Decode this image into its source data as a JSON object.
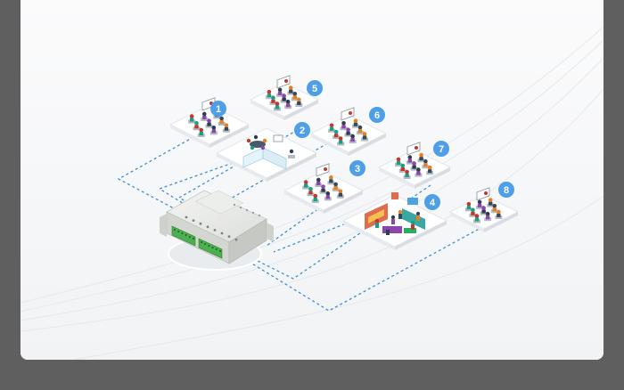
{
  "diagram": {
    "controller": {
      "icon": "relay-controller-module"
    },
    "rooms": [
      {
        "number": "1",
        "icon": "classroom-icon"
      },
      {
        "number": "2",
        "icon": "office-meeting-room-icon"
      },
      {
        "number": "3",
        "icon": "classroom-icon"
      },
      {
        "number": "4",
        "icon": "exhibition-hall-icon"
      },
      {
        "number": "5",
        "icon": "classroom-icon"
      },
      {
        "number": "6",
        "icon": "classroom-icon"
      },
      {
        "number": "7",
        "icon": "classroom-icon"
      },
      {
        "number": "8",
        "icon": "classroom-icon"
      }
    ],
    "colors": {
      "connector": "#3f8fd6",
      "badge": "#4f9fe8",
      "background": "#f7f8f9",
      "outer": "#5f5f5f"
    }
  }
}
